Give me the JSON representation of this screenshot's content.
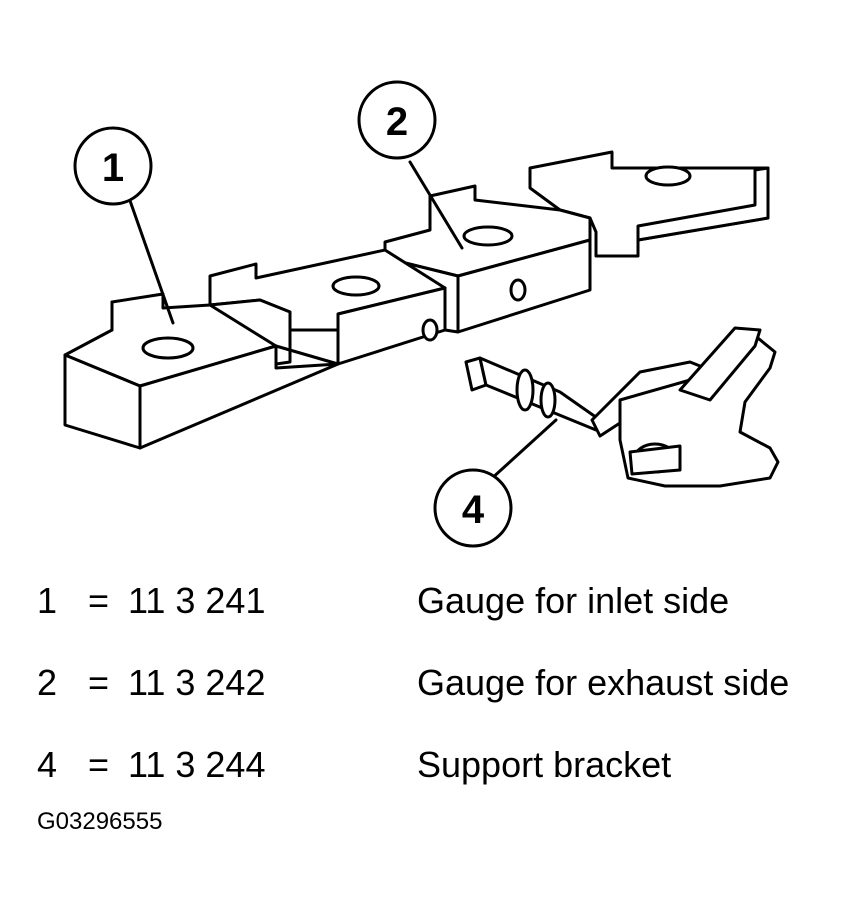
{
  "callouts": [
    {
      "label": "1"
    },
    {
      "label": "2"
    },
    {
      "label": "4"
    }
  ],
  "legend": [
    {
      "number": "1",
      "equals": "=",
      "part_number": "11 3 241",
      "description": "Gauge for inlet side"
    },
    {
      "number": "2",
      "equals": "=",
      "part_number": "11 3 242",
      "description": "Gauge for exhaust side"
    },
    {
      "number": "4",
      "equals": "=",
      "part_number": "11 3 244",
      "description": "Support bracket"
    }
  ],
  "figure_id": "G03296555"
}
